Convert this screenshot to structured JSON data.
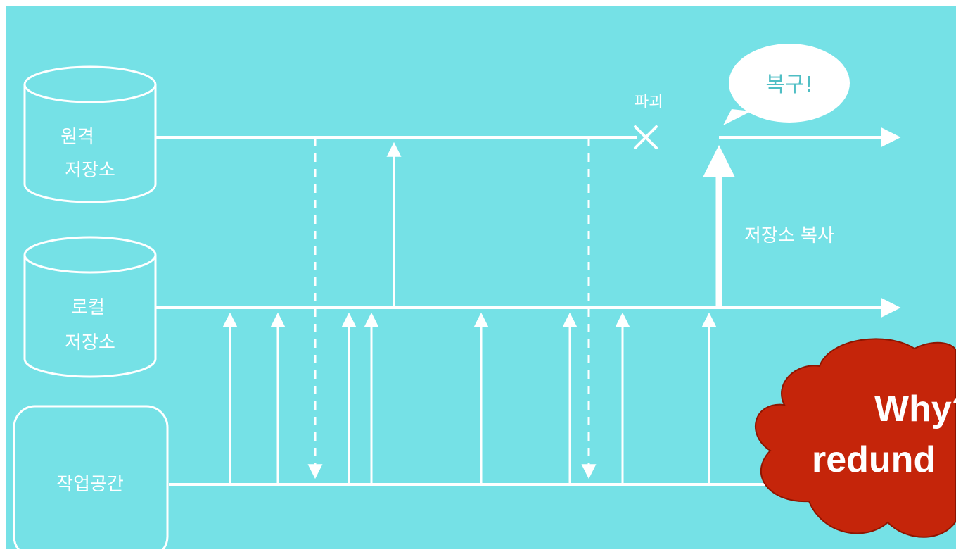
{
  "colors": {
    "background": "#75E1E6",
    "line": "#ffffff",
    "cloud": "#C5250A",
    "cloud_outline": "#8F1500",
    "text_dark": "#4fbec4"
  },
  "stores": {
    "remote": {
      "line1": "원격",
      "line2": "저장소"
    },
    "local": {
      "line1": "로컬",
      "line2": "저장소"
    },
    "workspace": {
      "label": "작업공간"
    }
  },
  "annotations": {
    "destroy": "파괴",
    "restore_bubble": "복구!",
    "copy_repo": "저장소 복사"
  },
  "callout": {
    "line1": "Why?",
    "line2": "redund"
  },
  "icons": {
    "destroy_mark": "x-mark-icon"
  }
}
